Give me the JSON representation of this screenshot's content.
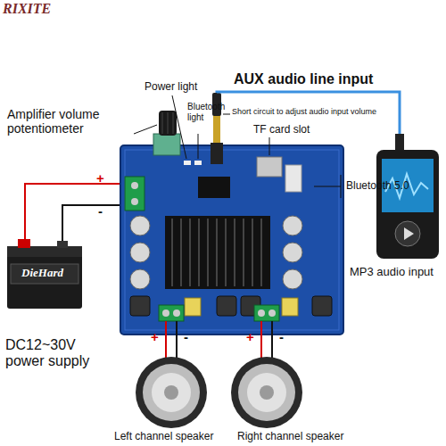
{
  "diagram": {
    "labels": [
      "RIXITE",
      "Power light",
      "AUX audio line input",
      "Amplifier volume potentiometer",
      "Bluetooth light",
      "Short circuit to adjust audio input volume",
      "TF card slot",
      "Bluetooth 5.0",
      "+",
      "-",
      "DieHard",
      "DC12~30V power supply",
      "MP3 audio input",
      "+",
      "-",
      "+",
      "-",
      "Left channel speaker",
      "Right channel speaker"
    ]
  }
}
